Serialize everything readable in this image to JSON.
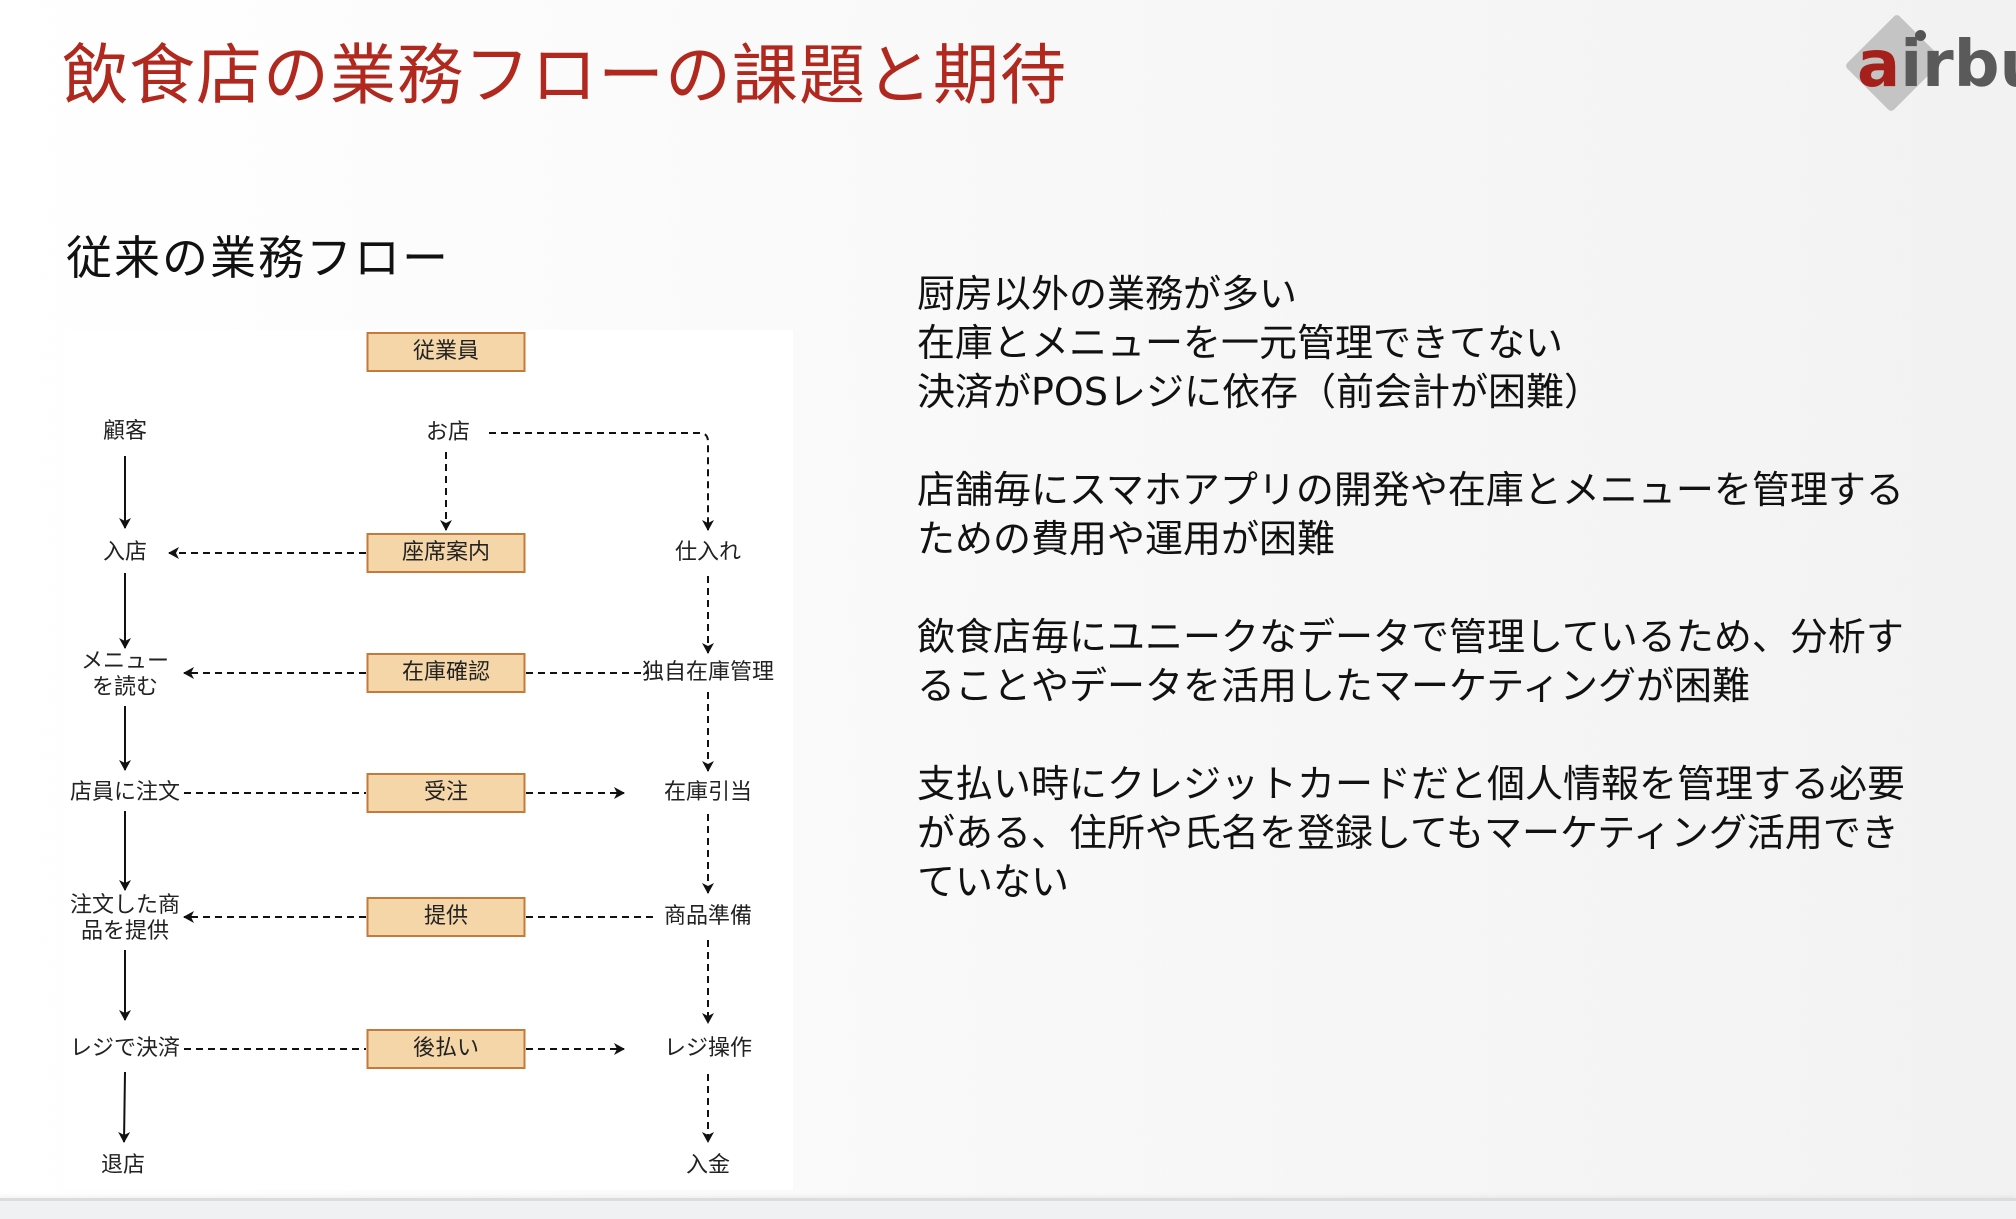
{
  "slide": {
    "title": "飲食店の業務フローの課題と期待",
    "logo": {
      "accent_letter": "a",
      "rest": "irbu",
      "accent_color": "#a5201a"
    },
    "subtitle": "従来の業務フロー"
  },
  "diagram": {
    "header_box": "従業員",
    "left_column": [
      "顧客",
      "入店",
      "メニュー\nを読む",
      "店員に注文",
      "注文した商\n品を提供",
      "レジで決済",
      "退店"
    ],
    "middle_column": [
      "お店",
      "座席案内",
      "在庫確認",
      "受注",
      "提供",
      "後払い"
    ],
    "right_column": [
      "仕入れ",
      "独自在庫管理",
      "在庫引当",
      "商品準備",
      "レジ操作",
      "入金"
    ],
    "box_color": "#f5d6a8",
    "box_border_color": "#c47a3a"
  },
  "notes": [
    {
      "lines": [
        "厨房以外の業務が多い",
        "在庫とメニューを一元管理できてない",
        "決済がPOSレジに依存（前会計が困難）"
      ]
    },
    {
      "lines": [
        "店舗毎にスマホアプリの開発や在庫とメニューを管理する",
        "ための費用や運用が困難"
      ]
    },
    {
      "lines": [
        "飲食店毎にユニークなデータで管理しているため、分析す",
        "ることやデータを活用したマーケティングが困難"
      ]
    },
    {
      "lines": [
        "支払い時にクレジットカードだと個人情報を管理する必要",
        "がある、住所や氏名を登録してもマーケティング活用でき",
        "ていない"
      ]
    }
  ],
  "colors": {
    "title": "#b0281e"
  }
}
